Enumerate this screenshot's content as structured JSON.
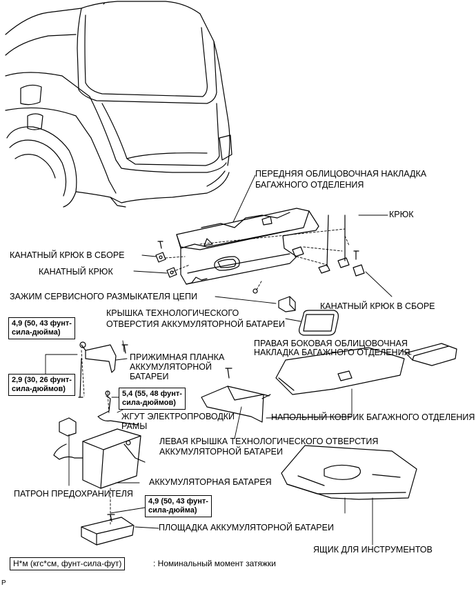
{
  "labels": {
    "front_trim_line1": "ПЕРЕДНЯЯ ОБЛИЦОВОЧНАЯ НАКЛАДКА",
    "front_trim_line2": "БАГАЖНОГО ОТДЕЛЕНИЯ",
    "hook": "КРЮК",
    "rope_hook_assy_left": "КАНАТНЫЙ КРЮК В СБОРЕ",
    "rope_hook": "КАНАТНЫЙ КРЮК",
    "service_plug_clamp": "ЗАЖИМ СЕРВИСНОГО РАЗМЫКАТЕЛЯ ЦЕПИ",
    "rope_hook_assy_right": "КАНАТНЫЙ КРЮК В СБОРЕ",
    "battery_hole_cover_line1": "КРЫШКА ТЕХНОЛОГИЧЕСКОГО",
    "battery_hole_cover_line2": "ОТВЕРСТИЯ АККУМУЛЯТОРНОЙ БАТАРЕИ",
    "right_side_trim_line1": "ПРАВАЯ БОКОВАЯ ОБЛИЦОВОЧНАЯ",
    "right_side_trim_line2": "НАКЛАДКА БАГАЖНОГО ОТДЕЛЕНИЯ",
    "clamp_plate_line1": "ПРИЖИМНАЯ ПЛАНКА",
    "clamp_plate_line2": "АККУМУЛЯТОРНОЙ",
    "clamp_plate_line3": "БАТАРЕИ",
    "frame_wire_line1": "ЖГУТ ЭЛЕКТРОПРОВОДКИ",
    "frame_wire_line2": "РАМЫ",
    "floor_mat": "НАПОЛЬНЫЙ КОВРИК БАГАЖНОГО ОТДЕЛЕНИЯ",
    "left_hole_cover_line1": "ЛЕВАЯ КРЫШКА ТЕХНОЛОГИЧЕСКОГО ОТВЕРСТИЯ",
    "left_hole_cover_line2": "АККУМУЛЯТОРНОЙ БАТАРЕИ",
    "battery": "АККУМУЛЯТОРНАЯ БАТАРЕЯ",
    "fuse_holder": "ПАТРОН ПРЕДОХРАНИТЕЛЯ",
    "battery_tray": "ПЛОЩАДКА АККУМУЛЯТОРНОЙ БАТАРЕИ",
    "tool_box": "ЯЩИК ДЛЯ ИНСТРУМЕНТОВ"
  },
  "torques": {
    "t1_line1": "4,9 (50, 43 фунт-",
    "t1_line2": "сила-дюйма)",
    "t2_line1": "2,9 (30, 26 фунт-",
    "t2_line2": "сила-дюймов)",
    "t3_line1": "5,4 (55, 48 фунт-",
    "t3_line2": "сила-дюймов)",
    "t4_line1": "4,9 (50, 43 фунт-",
    "t4_line2": "сила-дюйма)"
  },
  "legend": {
    "unit_box": "Н*м (кгс*см, фунт-сила-фут)",
    "description": ": Номинальный момент затяжки"
  },
  "corner_mark": "P"
}
